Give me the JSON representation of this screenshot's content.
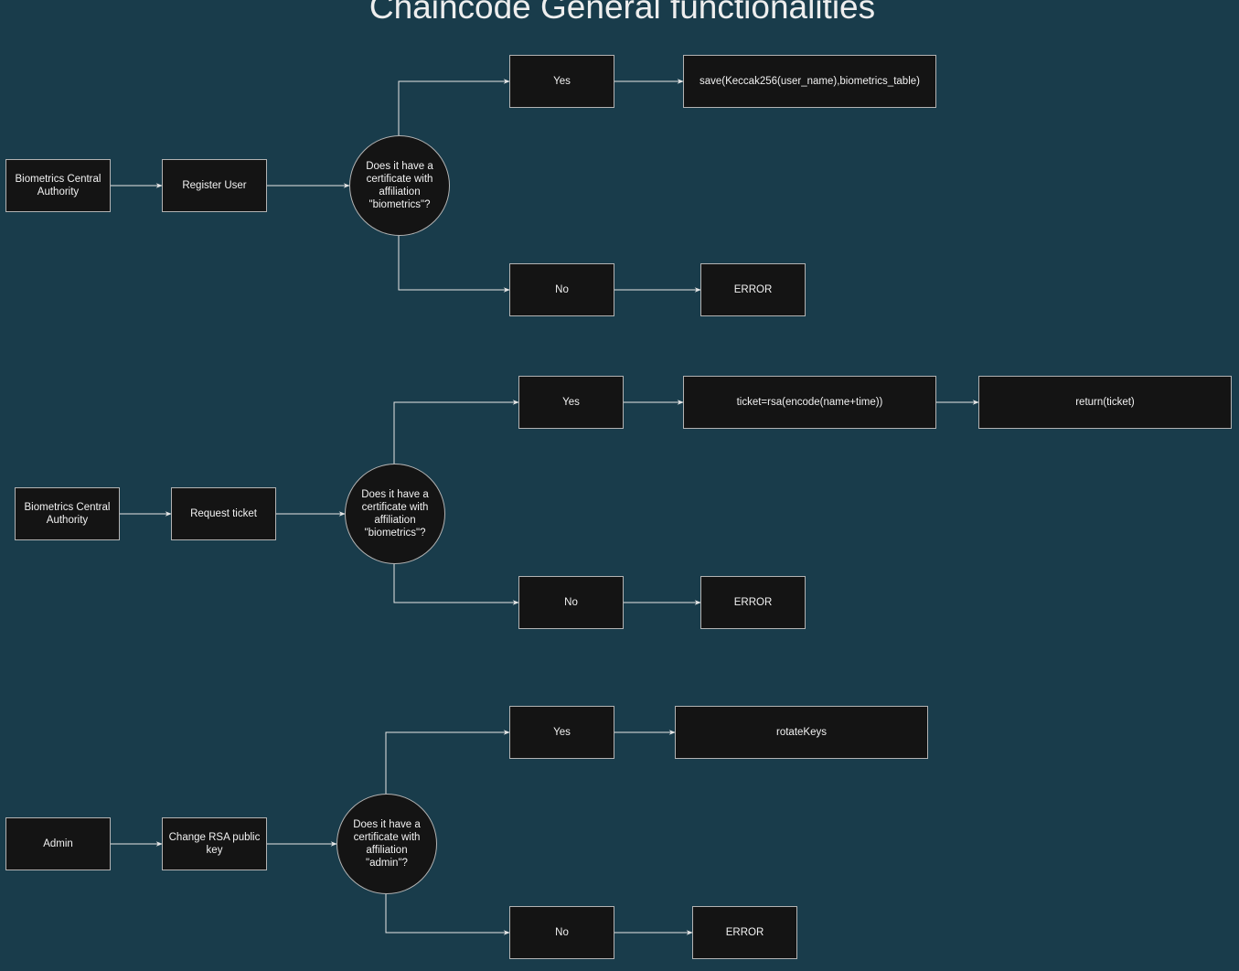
{
  "diagram": {
    "title": "Chaincode General functionalities",
    "flows": [
      {
        "actor": "Biometrics Central Authority",
        "action": "Register User",
        "decision": "Does it have a certificate with affiliation \"biometrics\"?",
        "yes": "Yes",
        "no": "No",
        "yes_result": "save(Keccak256(user_name),biometrics_table)",
        "no_result": "ERROR"
      },
      {
        "actor": "Biometrics Central Authority",
        "action": "Request ticket",
        "decision": "Does it have a certificate with affiliation \"biometrics\"?",
        "yes": "Yes",
        "no": "No",
        "yes_result": "ticket=rsa(encode(name+time))",
        "yes_result_2": "return(ticket)",
        "no_result": "ERROR"
      },
      {
        "actor": "Admin",
        "action": "Change RSA public key",
        "decision": "Does it have a certificate with affiliation \"admin\"?",
        "yes": "Yes",
        "no": "No",
        "yes_result": "rotateKeys",
        "no_result": "ERROR"
      }
    ]
  },
  "colors": {
    "background": "#193c4b",
    "node_fill": "#141414",
    "node_stroke": "#b3b3b3",
    "edge": "#e6e6e6",
    "text": "#f2f2f2"
  }
}
